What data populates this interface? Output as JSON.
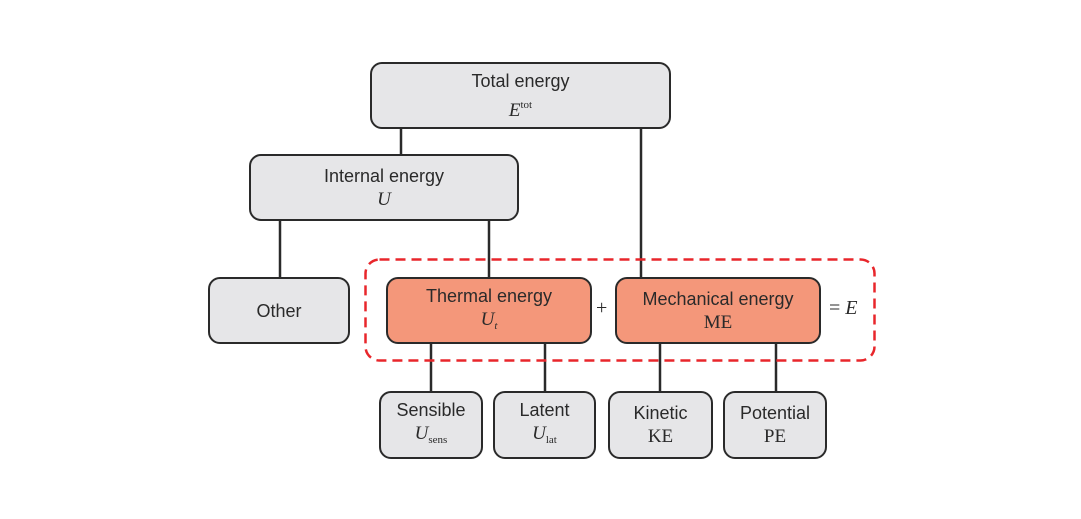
{
  "diagram": {
    "colors": {
      "neutral_fill": "#e6e6e8",
      "highlight_fill": "#f4977a",
      "stroke": "#2a2a2a",
      "dashed_outline": "#e8262b"
    },
    "nodes": {
      "total": {
        "label": "Total energy",
        "symbol": "E",
        "sup": "tot"
      },
      "internal": {
        "label": "Internal energy",
        "symbol": "U"
      },
      "other": {
        "label": "Other"
      },
      "thermal": {
        "label": "Thermal energy",
        "symbol": "U",
        "sub": "t"
      },
      "mechanical": {
        "label": "Mechanical energy",
        "symbol": "ME"
      },
      "sensible": {
        "label": "Sensible",
        "symbol": "U",
        "sub": "sens"
      },
      "latent": {
        "label": "Latent",
        "symbol": "U",
        "sub": "lat"
      },
      "kinetic": {
        "label": "Kinetic",
        "symbol": "KE"
      },
      "potential": {
        "label": "Potential",
        "symbol": "PE"
      }
    },
    "operators": {
      "plus": "+",
      "equals": "=",
      "equals_symbol": "E"
    },
    "edges": [
      [
        "total",
        "internal"
      ],
      [
        "total",
        "mechanical"
      ],
      [
        "internal",
        "other"
      ],
      [
        "internal",
        "thermal"
      ],
      [
        "thermal",
        "sensible"
      ],
      [
        "thermal",
        "latent"
      ],
      [
        "mechanical",
        "kinetic"
      ],
      [
        "mechanical",
        "potential"
      ]
    ]
  }
}
